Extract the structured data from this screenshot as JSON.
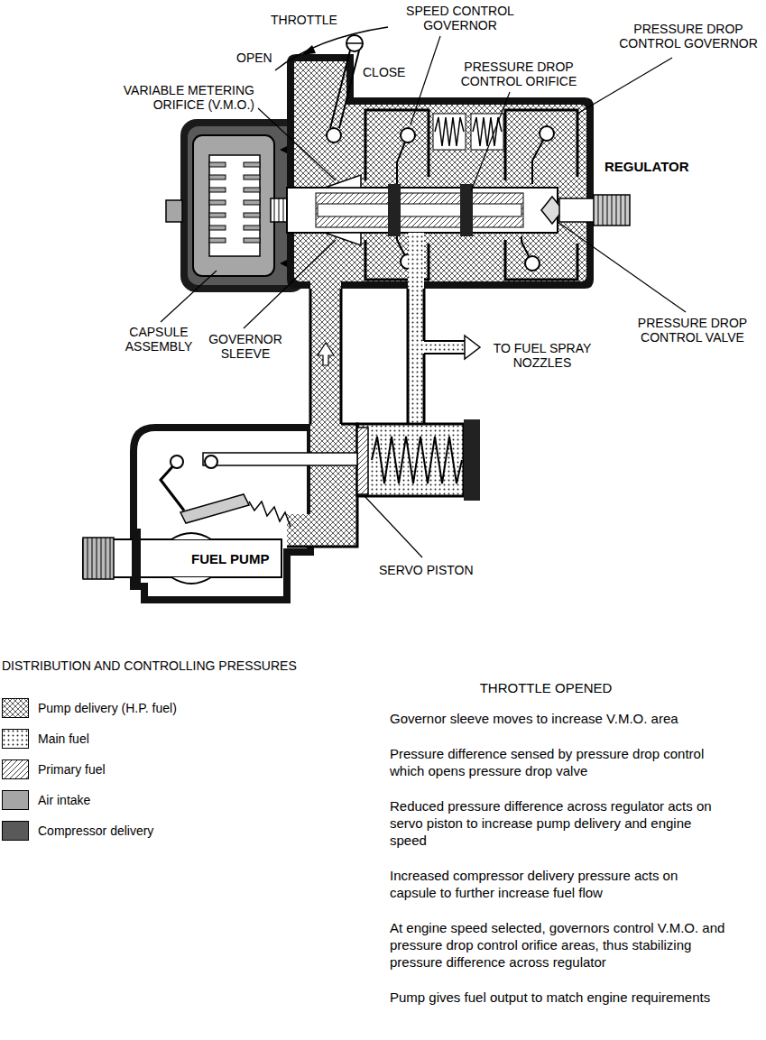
{
  "diagram": {
    "labels": [
      "THROTTLE",
      "SPEED CONTROL GOVERNOR",
      "PRESSURE DROP CONTROL GOVERNOR",
      "OPEN",
      "CLOSE",
      "PRESSURE DROP CONTROL ORIFICE",
      "VARIABLE METERING ORIFICE (V.M.O.)",
      "REGULATOR",
      "CAPSULE ASSEMBLY",
      "GOVERNOR SLEEVE",
      "PRESSURE DROP CONTROL VALVE",
      "TO FUEL SPRAY NOZZLES",
      "FUEL PUMP",
      "SERVO PISTON",
      "DISTRIBUTION AND CONTROLLING PRESSURES",
      "THROTTLE OPENED",
      "Governor sleeve moves to increase V.M.O. area",
      "Pressure difference sensed by pressure drop control which opens pressure drop valve",
      "Reduced pressure difference across regulator acts on servo piston to increase pump delivery and engine speed",
      "Increased compressor delivery pressure acts on capsule to further increase fuel flow",
      "At engine speed selected, governors control V.M.O. and pressure drop control orifice areas, thus stabilizing pressure difference across regulator",
      "Pump gives fuel output to match engine requirements"
    ],
    "legend": [
      {
        "text": "Pump delivery (H.P. fuel)"
      },
      {
        "text": "Main fuel"
      },
      {
        "text": "Primary fuel"
      },
      {
        "text": "Air intake",
        "color": "#a6a6a6"
      },
      {
        "text": "Compressor delivery",
        "color": "#595959"
      }
    ]
  }
}
